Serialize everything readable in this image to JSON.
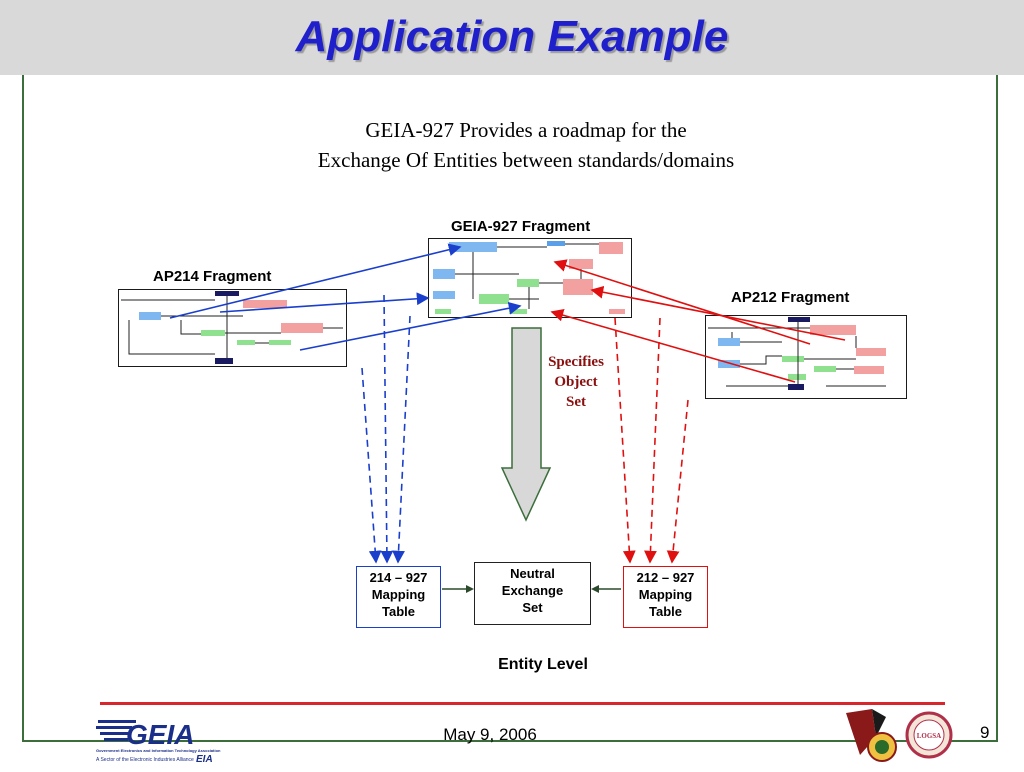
{
  "slide": {
    "title": "Application Example",
    "subtitle_line1": "GEIA-927 Provides a roadmap for the",
    "subtitle_line2": "Exchange Of Entities between standards/domains",
    "date": "May 9, 2006",
    "page_number": "9"
  },
  "fragments": {
    "geia": "GEIA-927 Fragment",
    "ap214": "AP214 Fragment",
    "ap212": "AP212 Fragment"
  },
  "arrow": {
    "line1": "Specifies",
    "line2": "Object",
    "line3": "Set"
  },
  "boxes": {
    "map214": [
      "214 – 927",
      "Mapping",
      "Table"
    ],
    "neutral": [
      "Neutral",
      "Exchange",
      "Set"
    ],
    "map212": [
      "212 – 927",
      "Mapping",
      "Table"
    ]
  },
  "entity_level": "Entity Level",
  "logos": {
    "geia_wordmark": "GEIA",
    "geia_tagline1": "Government Electronics and Information Technology Association",
    "geia_tagline2": "A Sector of the Electronic Industries Alliance",
    "eia_mark": "EIA",
    "logsa_badge": "LOGSA"
  },
  "colors": {
    "title": "#1f1fcc",
    "frame": "#3b6e3b",
    "red_arrows": "#e01010",
    "blue_arrows": "#1a3fcc",
    "footer_rule": "#d9262c"
  }
}
